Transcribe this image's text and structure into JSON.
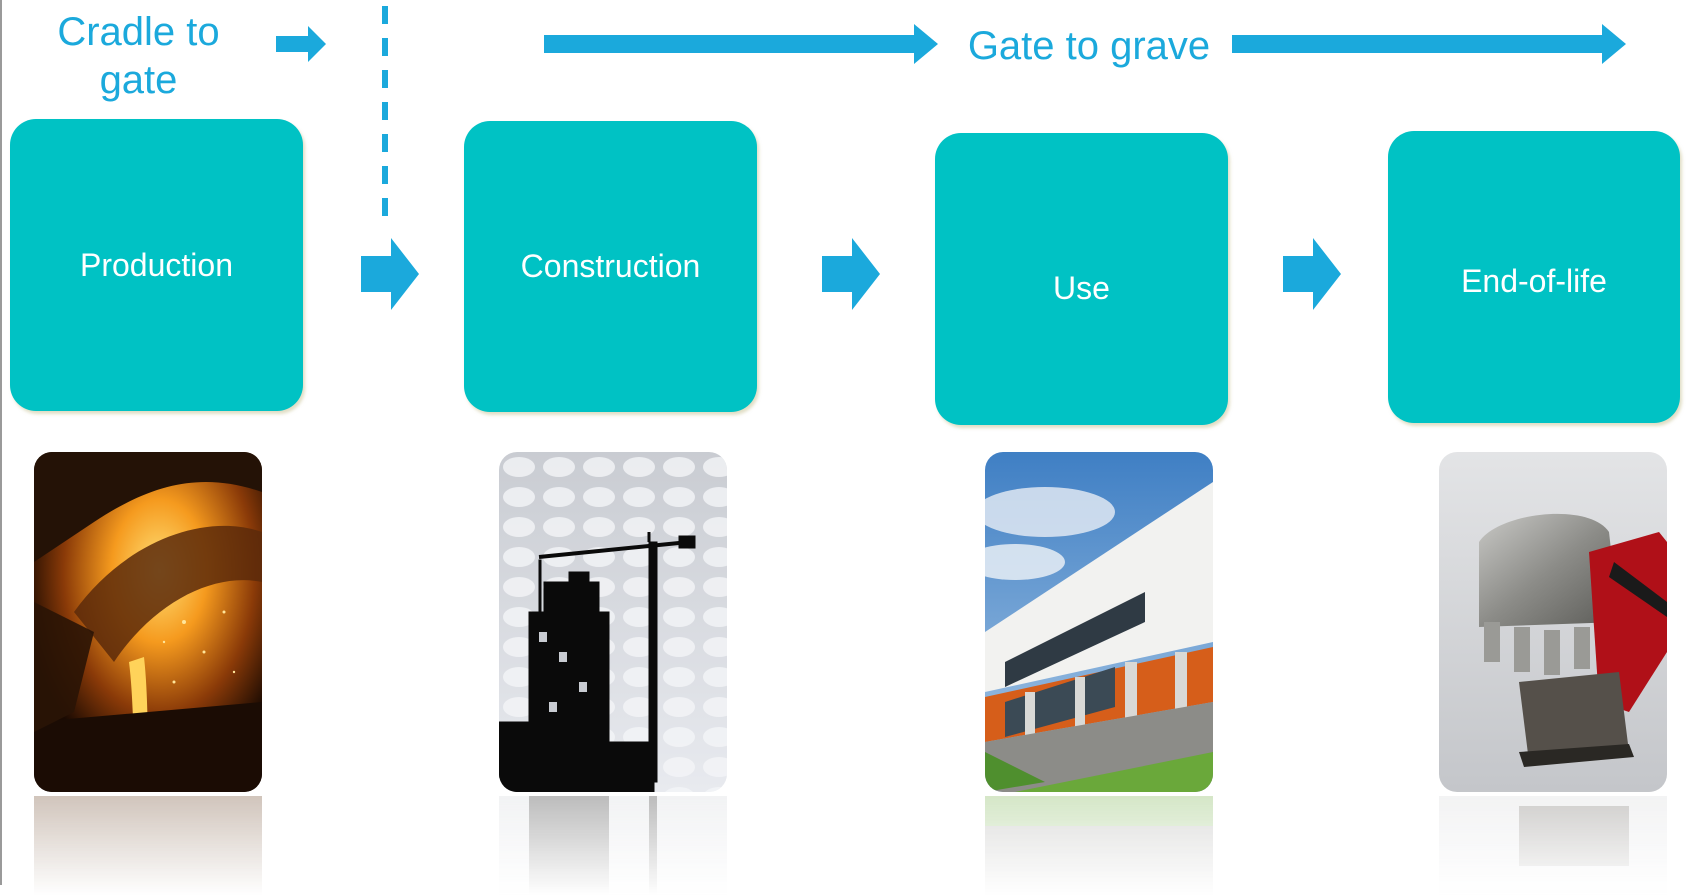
{
  "labels": {
    "cradle_to_gate": "Cradle to gate",
    "gate_to_grave": "Gate to grave"
  },
  "stages": [
    {
      "label": "Production",
      "photo": "molten-steel-pour"
    },
    {
      "label": "Construction",
      "photo": "construction-crane-silhouette"
    },
    {
      "label": "Use",
      "photo": "modern-building"
    },
    {
      "label": "End-of-life",
      "photo": "demolition-excavator-bucket"
    }
  ],
  "colors": {
    "box": "#00c2c4",
    "arrow": "#1ba9dc",
    "label": "#1ba9dc",
    "box_text": "#ffffff"
  }
}
